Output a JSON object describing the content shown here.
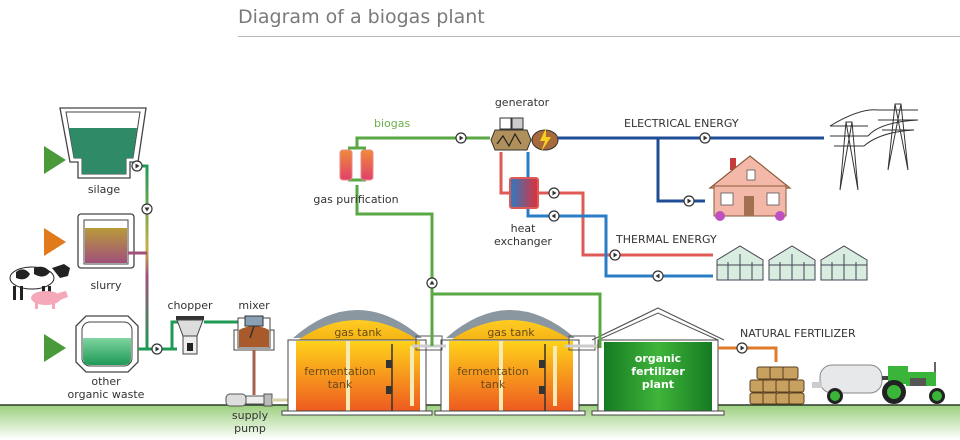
{
  "title": "Diagram of a biogas plant",
  "colors": {
    "biogas_pipe": "#5aa844",
    "substrate_pipe": "#1e9a55",
    "electric_pipe": "#1f4e96",
    "hot_pipe": "#e05a55",
    "cold_pipe": "#2a7cc4",
    "digestate_pipe": "#e07a2a",
    "ground": "#a8d48c",
    "fertilizer_plant": "#1f8f2a",
    "tank_fill": "#f0a020",
    "gas_dome": "#8a96a0"
  },
  "labels": {
    "silage": "silage",
    "slurry": "slurry",
    "other_waste_1": "other",
    "other_waste_2": "organic waste",
    "chopper": "chopper",
    "mixer": "mixer",
    "supply_pump_1": "supply",
    "supply_pump_2": "pump",
    "biogas": "biogas",
    "gas_purification": "gas purification",
    "generator": "generator",
    "heat_exchanger_1": "heat",
    "heat_exchanger_2": "exchanger",
    "electrical_energy": "ELECTRICAL ENERGY",
    "thermal_energy": "THERMAL ENERGY",
    "natural_fertilizer": "NATURAL FERTILIZER",
    "gas_tank_1": "gas tank",
    "gas_tank_2": "gas tank",
    "fermentation_tank_1a": "fermentation",
    "fermentation_tank_1b": "tank",
    "fermentation_tank_2a": "fermentation",
    "fermentation_tank_2b": "tank",
    "fertilizer_plant_1": "organic",
    "fertilizer_plant_2": "fertilizer",
    "fertilizer_plant_3": "plant"
  },
  "icons": {
    "input_arrows": [
      "green-arrow-icon",
      "orange-arrow-icon",
      "green-arrow-icon"
    ],
    "flow_markers": "flow-direction-icon",
    "generator": "generator-icon",
    "lightning": "lightning-icon",
    "house": "house-icon",
    "pylons": "power-pylon-icon",
    "greenhouses": "greenhouse-icon",
    "cow": "cow-icon",
    "pig": "pig-icon",
    "hay_bales": "hay-bales-icon",
    "tractor": "tractor-icon",
    "tanker": "slurry-tanker-icon"
  }
}
